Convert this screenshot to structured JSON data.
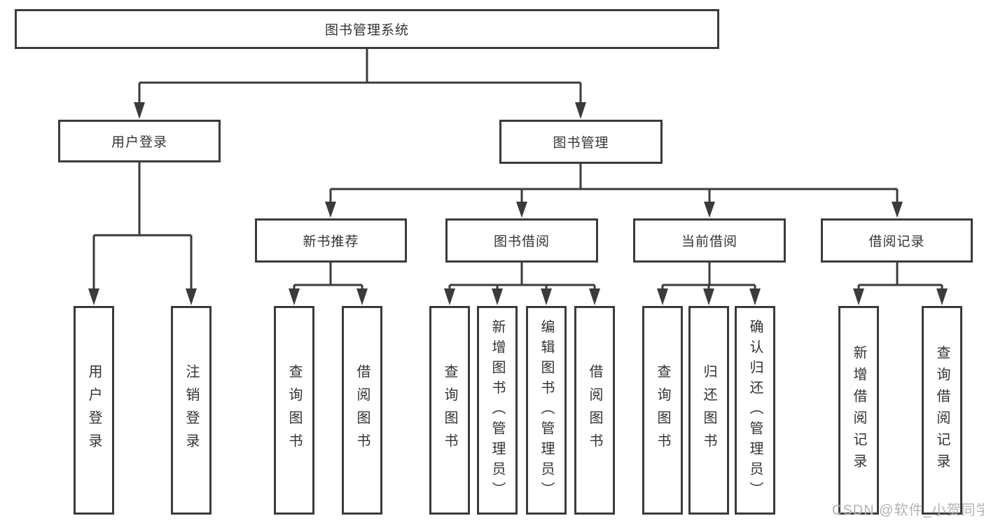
{
  "diagram": {
    "tree": {
      "label": "图书管理系统",
      "children": [
        {
          "label": "用户登录",
          "children": [
            {
              "label": "用户登录"
            },
            {
              "label": "注销登录"
            }
          ]
        },
        {
          "label": "图书管理",
          "children": [
            {
              "label": "新书推荐",
              "children": [
                {
                  "label": "查询图书"
                },
                {
                  "label": "借阅图书"
                }
              ]
            },
            {
              "label": "图书借阅",
              "children": [
                {
                  "label": "查询图书"
                },
                {
                  "label": "新增图书（管理员）"
                },
                {
                  "label": "编辑图书（管理员）"
                },
                {
                  "label": "借阅图书"
                }
              ]
            },
            {
              "label": "当前借阅",
              "children": [
                {
                  "label": "查询图书"
                },
                {
                  "label": "归还图书"
                },
                {
                  "label": "确认归还（管理员）"
                }
              ]
            },
            {
              "label": "借阅记录",
              "children": [
                {
                  "label": "新增借阅记录"
                },
                {
                  "label": "查询借阅记录"
                }
              ]
            }
          ]
        }
      ]
    },
    "colors": {
      "line": "#3b3b3b",
      "box_border": "#3b3b3b",
      "text": "#333333",
      "watermark": "#b2b2b2"
    }
  },
  "watermark": {
    "text": "CSDN @软件_小贺同学"
  }
}
